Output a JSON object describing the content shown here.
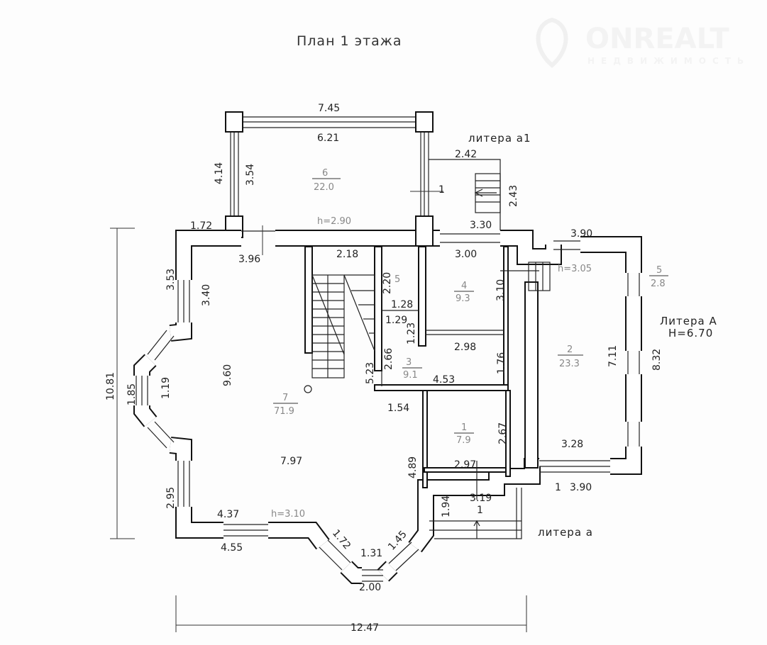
{
  "title": "План 1 этажа",
  "watermark": {
    "brand": "ONREALT",
    "sub": "НЕДВИЖИМОСТЬ"
  },
  "labels": {
    "litera_a1": "литера а1",
    "litera_a": "литера а",
    "litera_A": "Литера А",
    "height_A": "H=6.70"
  },
  "rooms": {
    "r6": {
      "num": "6",
      "area": "22.0"
    },
    "r4": {
      "num": "4",
      "area": "9.3"
    },
    "r5": {
      "num": "5",
      "area": "2.8"
    },
    "r5b": {
      "num": "5"
    },
    "r3": {
      "num": "3",
      "area": "9.1"
    },
    "r7": {
      "num": "7",
      "area": "71.9"
    },
    "r2": {
      "num": "2",
      "area": "23.3"
    },
    "r1": {
      "num": "1",
      "area": "7.9"
    },
    "porch_a": "1",
    "porch_a1": "1",
    "porch_side": "1"
  },
  "heights": {
    "h1": "h=2.90",
    "h2": "h=3.05",
    "h3": "h=3.10"
  },
  "dims": [
    "7.45",
    "6.21",
    "4.14",
    "3.54",
    "2.42",
    "2.43",
    "1.72",
    "3.30",
    "3.90",
    "3.96",
    "2.18",
    "3.00",
    "2.20",
    "1.28",
    "1.29",
    "1.23",
    "3.10",
    "3.53",
    "3.40",
    "2.98",
    "1.76",
    "5.23",
    "2.66",
    "4.53",
    "7.11",
    "8.32",
    "10.81",
    "9.60",
    "1.85",
    "1.19",
    "1.54",
    "2.67",
    "7.97",
    "4.89",
    "2.97",
    "3.28",
    "3.90",
    "3.19",
    "1.94",
    "2.95",
    "4.37",
    "4.55",
    "1.72",
    "1.31",
    "1.45",
    "2.00",
    "12.47"
  ]
}
